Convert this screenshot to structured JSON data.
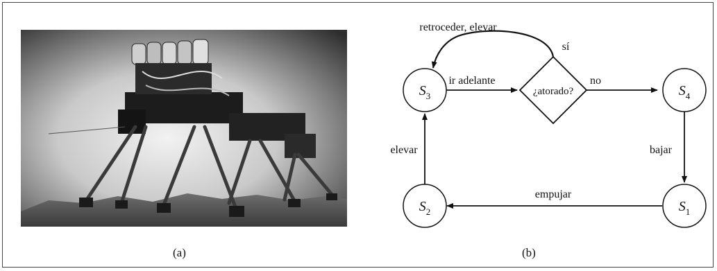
{
  "figure": {
    "caption_a": "(a)",
    "caption_b": "(b)"
  },
  "diagram": {
    "states": [
      {
        "id": "s3",
        "base": "S",
        "sub": "3"
      },
      {
        "id": "s4",
        "base": "S",
        "sub": "4"
      },
      {
        "id": "s1",
        "base": "S",
        "sub": "1"
      },
      {
        "id": "s2",
        "base": "S",
        "sub": "2"
      }
    ],
    "decision": "¿atorado?",
    "edges": {
      "s3_to_decision": "ir adelante",
      "decision_yes_label": "sí",
      "decision_yes_action": "retroceder, elevar",
      "decision_no": "no",
      "s4_to_s1": "bajar",
      "s1_to_s2": "empujar",
      "s2_to_s3": "elevar"
    }
  },
  "photo": {
    "subject": "hexapod-walking-robot"
  }
}
